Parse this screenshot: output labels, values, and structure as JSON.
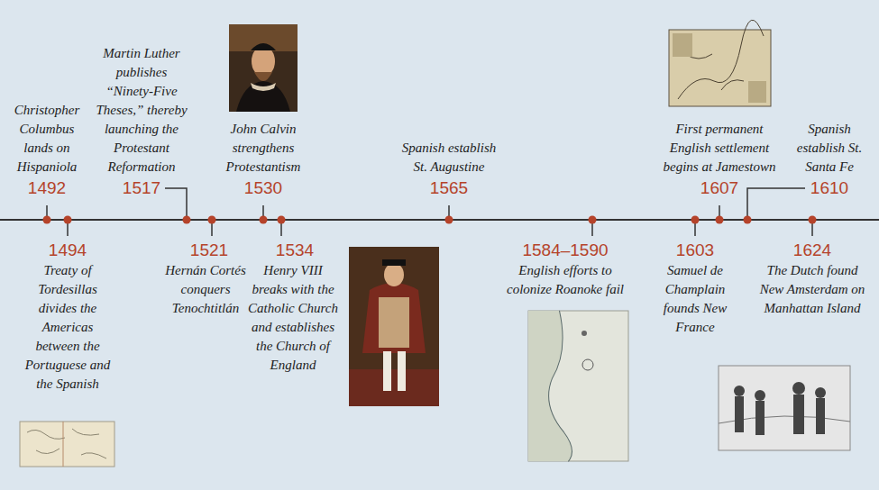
{
  "diagram": {
    "labels": [
      "Christopher Columbus lands on Hispaniola",
      "1492",
      "Martin Luther publishes “Ninety-Five Theses,” thereby launching the Protestant Reformation",
      "1517",
      "John Calvin strengthens Protestantism",
      "1530",
      "Spanish establish St. Augustine",
      "1565",
      "First permanent English settlement begins at Jamestown",
      "1607",
      "Spanish establish St. Santa Fe",
      "1610",
      "1494",
      "Treaty of Tordesillas divides the Americas between the Portuguese and the Spanish",
      "1521",
      "Hernán Cortés conquers Tenochtitlán",
      "1534",
      "Henry VIII breaks with the Catholic Church and establishes the Church of England",
      "1584–1590",
      "English efforts to colonize Roanoke fail",
      "1603",
      "Samuel de Champlain founds New France",
      "1624",
      "The Dutch found New Amsterdam on Manhattan Island"
    ]
  }
}
